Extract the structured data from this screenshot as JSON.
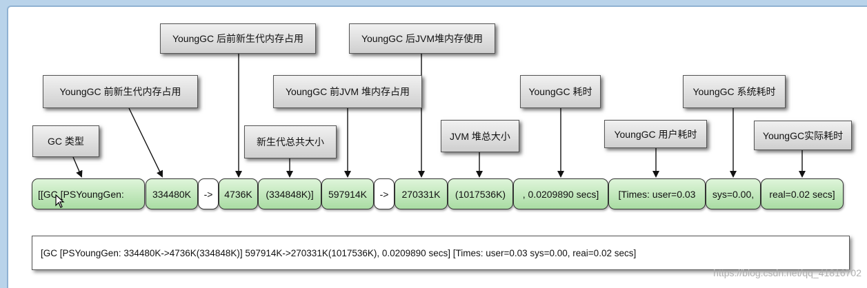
{
  "callouts": {
    "gc_type": "GC 类型",
    "young_before_1": "YoungGC 前新生代内存占用",
    "young_after": "YoungGC 后前新生代内存占用",
    "young_total": "新生代总共大小",
    "heap_before": "YoungGC 前JVM 堆内存占用",
    "heap_after": "YoungGC 后JVM堆内存使用",
    "heap_total": "JVM 堆总大小",
    "gc_time": "YoungGC 耗时",
    "user_time": "YoungGC 用户耗时",
    "sys_time": "YoungGC 系统耗时",
    "real_time": "YoungGC实际耗时"
  },
  "segments": {
    "gc_type": "[[GC [PSYoungGen:",
    "young_before": "334480K",
    "arrow1": "->",
    "young_after": "4736K",
    "young_total": "(334848K)]",
    "heap_before": "597914K",
    "arrow2": "->",
    "heap_after": "270331K",
    "heap_total": "(1017536K)",
    "gc_time": ", 0.0209890 secs]",
    "user_time": "[Times: user=0.03",
    "sys_time": "sys=0.00,",
    "real_time": "real=0.02 secs]"
  },
  "log_line": "[GC [PSYoungGen: 334480K->4736K(334848K)] 597914K->270331K(1017536K), 0.0209890 secs] [Times: user=0.03 sys=0.00, reai=0.02 secs]",
  "watermark": "https://blog.csdn.net/qq_41816702"
}
